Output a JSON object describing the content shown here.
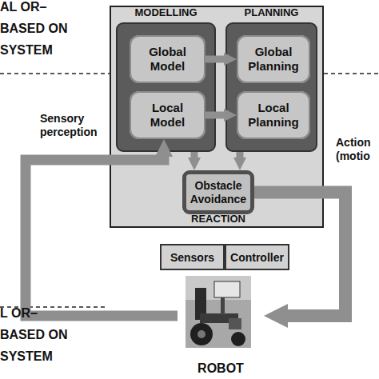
{
  "diagram": {
    "nodes": [
      {
        "text": [
          "MODELLING"
        ]
      },
      {
        "text": [
          "PLANNING"
        ]
      },
      {
        "text": [
          "Global Model"
        ],
        "in": 0
      },
      {
        "text": [
          "Local Model"
        ],
        "in": 0
      },
      {
        "text": [
          "Global Planning"
        ],
        "in": 1
      },
      {
        "text": [
          "Local Planning"
        ],
        "in": 1
      },
      {
        "text": [
          "Obstacle Avoidance",
          "REACTION"
        ]
      },
      {
        "text": [
          "Sensors"
        ]
      },
      {
        "text": [
          "Controller"
        ]
      },
      {
        "text": [
          "ROBOT"
        ]
      }
    ],
    "edges": [
      {
        "from": 2,
        "to": 4,
        "arrow": "to"
      },
      {
        "from": 3,
        "to": 5,
        "arrow": "to"
      },
      {
        "from": 0,
        "to": 6,
        "arrow": "to"
      },
      {
        "from": 1,
        "to": 6,
        "arrow": "to"
      },
      {
        "from": 9,
        "to": 3,
        "label": "Sensory perception",
        "arrow": "to"
      },
      {
        "from": 6,
        "to": 9,
        "label": "Action (motio",
        "arrow": "to"
      }
    ],
    "labels": [
      "AL OR–BASED ON SYSTEM",
      "L OR–BASED ON SYSTEM"
    ]
  }
}
